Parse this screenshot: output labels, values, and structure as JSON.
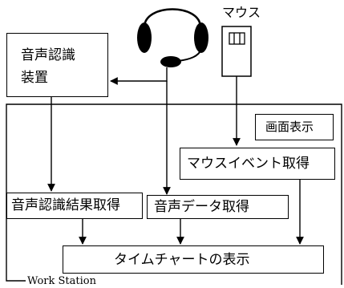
{
  "mouse_label": "マウス",
  "speech_unit": {
    "line1": "音声認識",
    "line2": "装置"
  },
  "screen_display": "画面表示",
  "mouse_event": "マウスイベント取得",
  "speech_result": "音声認識結果取得",
  "audio_data": "音声データ取得",
  "timechart": "タイムチャートの表示",
  "workstation": "Work Station"
}
